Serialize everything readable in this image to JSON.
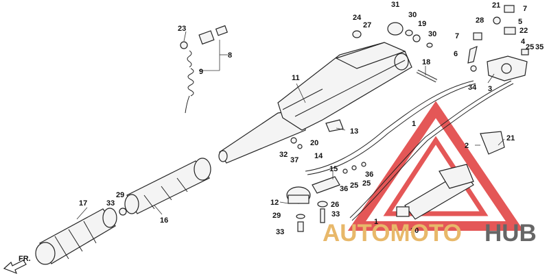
{
  "direction_label": "FR.",
  "watermark": {
    "part1": "AUTOMOTO",
    "part2": "HUB",
    "color_part1": "#e8b86a",
    "color_part2": "#666666",
    "logo_color": "#e03a3a"
  },
  "callouts": {
    "c1a": "1",
    "c1b": "1",
    "c2": "2",
    "c3": "3",
    "c4": "4",
    "c5": "5",
    "c6": "6",
    "c7a": "7",
    "c7b": "7",
    "c8": "8",
    "c9": "9",
    "c10": "10",
    "c11": "11",
    "c12": "12",
    "c13": "13",
    "c14": "14",
    "c15": "15",
    "c16": "16",
    "c17": "17",
    "c18": "18",
    "c19": "19",
    "c20": "20",
    "c21a": "21",
    "c21b": "21",
    "c22": "22",
    "c23": "23",
    "c24": "24",
    "c25a": "25",
    "c25b": "25",
    "c25c": "25",
    "c26": "26",
    "c27": "27",
    "c28": "28",
    "c29a": "29",
    "c29b": "29",
    "c30a": "30",
    "c30b": "30",
    "c31": "31",
    "c32": "32",
    "c33a": "33",
    "c33b": "33",
    "c33c": "33",
    "c34": "34",
    "c35": "35",
    "c36a": "36",
    "c36b": "36",
    "c37": "37"
  }
}
